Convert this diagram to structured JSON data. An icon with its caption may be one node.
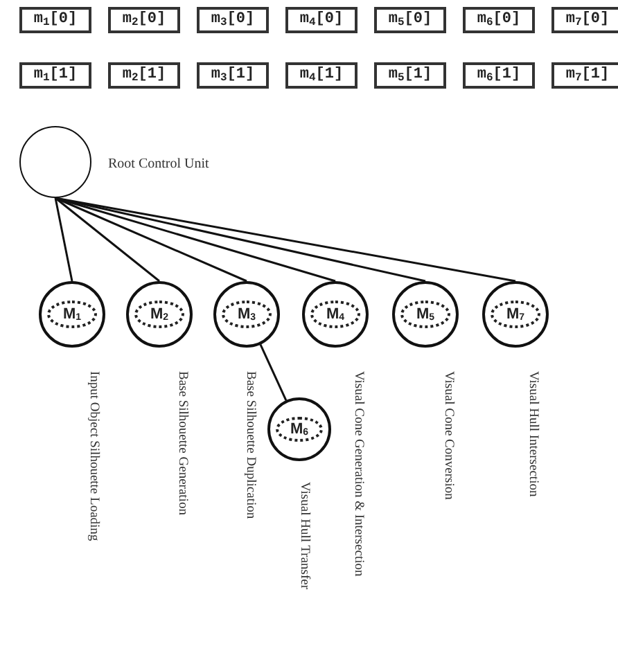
{
  "diagram": {
    "nodes": [
      {
        "text": [
          "m$_{1}$[0]"
        ]
      },
      {
        "text": [
          "m$_{2}$[0]"
        ]
      },
      {
        "text": [
          "m$_{3}$[0]"
        ]
      },
      {
        "text": [
          "m$_{4}$[0]"
        ]
      },
      {
        "text": [
          "m$_{5}$[0]"
        ]
      },
      {
        "text": [
          "m$_{6}$[0]"
        ]
      },
      {
        "text": [
          "m$_{7}$[0]"
        ]
      },
      {
        "text": [
          "m$_{1}$[1]"
        ]
      },
      {
        "text": [
          "m$_{2}$[1]"
        ]
      },
      {
        "text": [
          "m$_{3}$[1]"
        ]
      },
      {
        "text": [
          "m$_{4}$[1]"
        ]
      },
      {
        "text": [
          "m$_{5}$[1]"
        ]
      },
      {
        "text": [
          "m$_{6}$[1]"
        ]
      },
      {
        "text": [
          "m$_{7}$[1]"
        ]
      },
      {
        "text": [],
        "shape": "circle",
        "beside": [
          "Root Control Unit"
        ]
      },
      {
        "text": [
          "M$_{1}$"
        ],
        "beside": [
          "Input Object Silhouette Loading"
        ]
      },
      {
        "text": [
          "M$_{2}$"
        ],
        "beside": [
          "Base Silhouette Generation"
        ]
      },
      {
        "text": [
          "M$_{3}$"
        ]
      },
      {
        "text": [
          "M$_{4}$"
        ],
        "beside": [
          "Visual Cone Generation & Intersection"
        ]
      },
      {
        "text": [
          "M$_{5}$"
        ],
        "beside": [
          "Visual Cone Conversion"
        ]
      },
      {
        "text": [
          "M$_{7}$"
        ],
        "beside": [
          "Visual Hull Intersection"
        ]
      },
      {
        "text": [
          "M$_{6}$"
        ],
        "beside": [
          "Visual Hull Transfer"
        ]
      }
    ],
    "edges": [
      {
        "from": 14,
        "to": 15,
        "arrow": "none"
      },
      {
        "from": 14,
        "to": 16,
        "arrow": "none"
      },
      {
        "from": 14,
        "to": 17,
        "arrow": "none"
      },
      {
        "from": 14,
        "to": 18,
        "arrow": "none"
      },
      {
        "from": 14,
        "to": 19,
        "arrow": "none"
      },
      {
        "from": 14,
        "to": 20,
        "arrow": "none"
      },
      {
        "from": 17,
        "to": 21,
        "arrow": "none"
      }
    ],
    "labels": [
      "Base Silhouette Duplication"
    ]
  }
}
